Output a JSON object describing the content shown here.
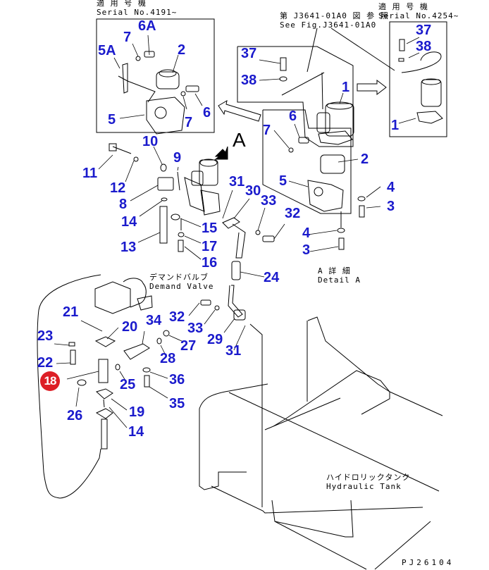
{
  "diagram": {
    "drawing_number": "PJ26104",
    "accent_color": "#1a1acc",
    "highlight_color": "#dd1f26",
    "view_marker": "A",
    "notes": {
      "serial_left": {
        "jp": "適 用 号 機",
        "en": "Serial No.4191~"
      },
      "serial_right": {
        "jp": "適 用 号 機",
        "en": "Serial No.4254~"
      },
      "see_fig": {
        "jp": "第 J3641-01A0 図 参 照",
        "en": "See Fig.J3641-01A0"
      },
      "demand_valve": {
        "jp": "デマンドバルブ",
        "en": "Demand Valve"
      },
      "detail_a": {
        "jp": "A 詳 細",
        "en": "Detail A"
      },
      "hydraulic_tank": {
        "jp": "ハイドロリックタンク",
        "en": "Hydraulic Tank"
      }
    },
    "callouts": [
      {
        "id": "c-6A",
        "label": "6A"
      },
      {
        "id": "c-7a",
        "label": "7"
      },
      {
        "id": "c-5A",
        "label": "5A"
      },
      {
        "id": "c-2a",
        "label": "2"
      },
      {
        "id": "c-5a",
        "label": "5"
      },
      {
        "id": "c-7b",
        "label": "7"
      },
      {
        "id": "c-6a",
        "label": "6"
      },
      {
        "id": "c-37a",
        "label": "37"
      },
      {
        "id": "c-38a",
        "label": "38"
      },
      {
        "id": "c-1a",
        "label": "1"
      },
      {
        "id": "c-37b",
        "label": "37"
      },
      {
        "id": "c-38b",
        "label": "38"
      },
      {
        "id": "c-1b",
        "label": "1"
      },
      {
        "id": "c-6b",
        "label": "6"
      },
      {
        "id": "c-7c",
        "label": "7"
      },
      {
        "id": "c-2b",
        "label": "2"
      },
      {
        "id": "c-5b",
        "label": "5"
      },
      {
        "id": "c-4a",
        "label": "4"
      },
      {
        "id": "c-3a",
        "label": "3"
      },
      {
        "id": "c-4b",
        "label": "4"
      },
      {
        "id": "c-3b",
        "label": "3"
      },
      {
        "id": "c-10",
        "label": "10"
      },
      {
        "id": "c-9",
        "label": "9"
      },
      {
        "id": "c-11",
        "label": "11"
      },
      {
        "id": "c-12",
        "label": "12"
      },
      {
        "id": "c-8",
        "label": "8"
      },
      {
        "id": "c-14a",
        "label": "14"
      },
      {
        "id": "c-13",
        "label": "13"
      },
      {
        "id": "c-15",
        "label": "15"
      },
      {
        "id": "c-17",
        "label": "17"
      },
      {
        "id": "c-16",
        "label": "16"
      },
      {
        "id": "c-31a",
        "label": "31"
      },
      {
        "id": "c-30",
        "label": "30"
      },
      {
        "id": "c-33a",
        "label": "33"
      },
      {
        "id": "c-32a",
        "label": "32"
      },
      {
        "id": "c-24",
        "label": "24"
      },
      {
        "id": "c-21",
        "label": "21"
      },
      {
        "id": "c-20",
        "label": "20"
      },
      {
        "id": "c-34",
        "label": "34"
      },
      {
        "id": "c-32b",
        "label": "32"
      },
      {
        "id": "c-33b",
        "label": "33"
      },
      {
        "id": "c-29",
        "label": "29"
      },
      {
        "id": "c-27",
        "label": "27"
      },
      {
        "id": "c-31b",
        "label": "31"
      },
      {
        "id": "c-23",
        "label": "23"
      },
      {
        "id": "c-22",
        "label": "22"
      },
      {
        "id": "c-28",
        "label": "28"
      },
      {
        "id": "c-18",
        "label": "18",
        "highlighted": true
      },
      {
        "id": "c-36",
        "label": "36"
      },
      {
        "id": "c-25",
        "label": "25"
      },
      {
        "id": "c-35",
        "label": "35"
      },
      {
        "id": "c-26",
        "label": "26"
      },
      {
        "id": "c-19",
        "label": "19"
      },
      {
        "id": "c-14b",
        "label": "14"
      }
    ]
  }
}
